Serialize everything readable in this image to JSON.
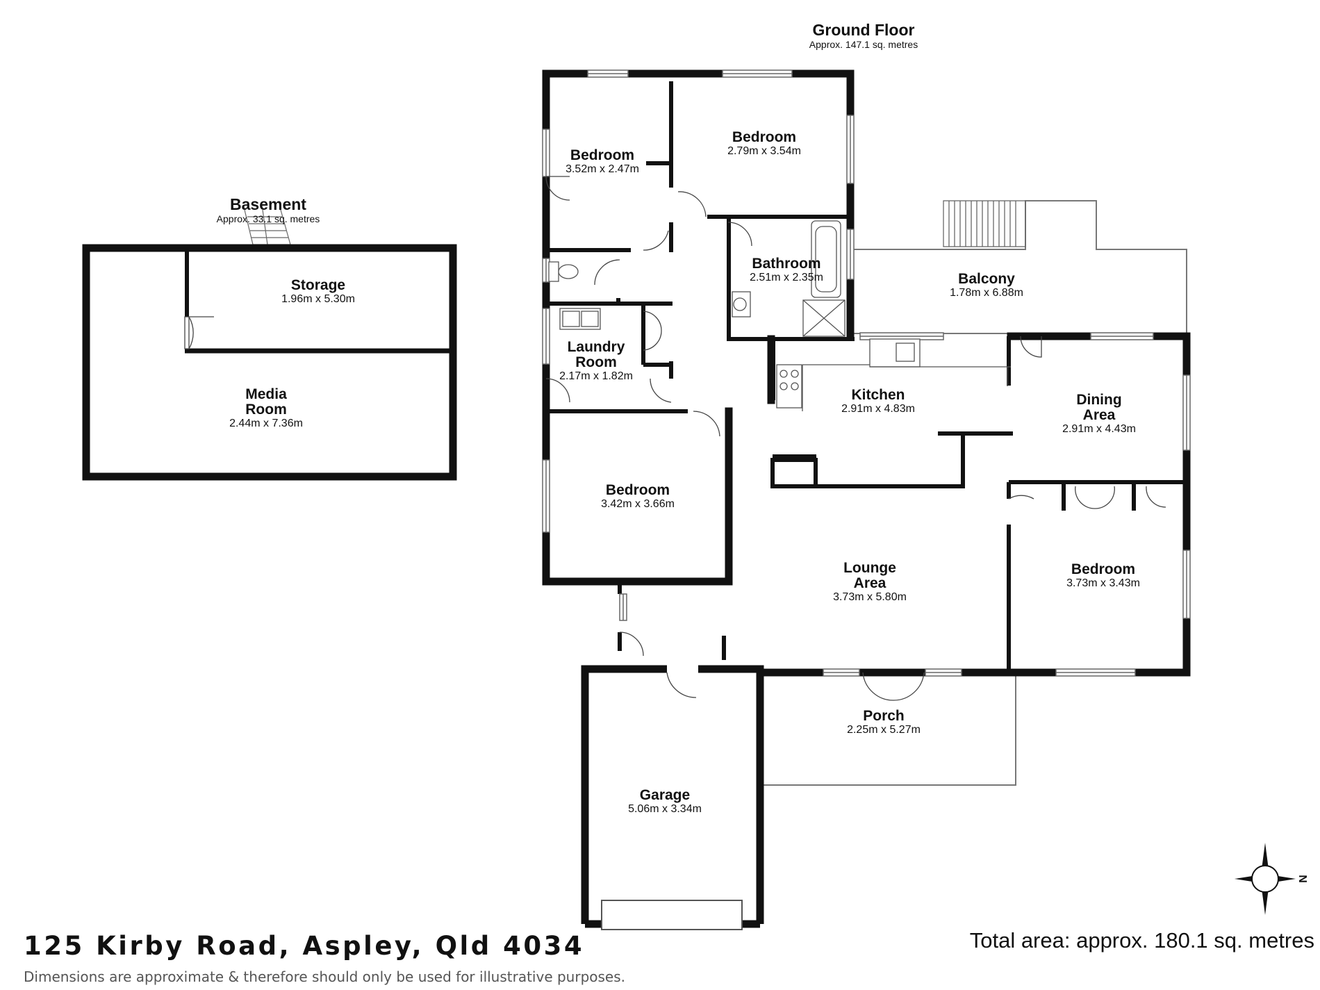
{
  "floors": {
    "ground": {
      "title": "Ground Floor",
      "area": "Approx. 147.1 sq. metres"
    },
    "basement": {
      "title": "Basement",
      "area": "Approx. 33.1 sq. metres"
    }
  },
  "rooms": {
    "bedroom_nw": {
      "name": "Bedroom",
      "dims": "3.52m x 2.47m"
    },
    "bedroom_n": {
      "name": "Bedroom",
      "dims": "2.79m x 3.54m"
    },
    "bathroom": {
      "name": "Bathroom",
      "dims": "2.51m x 2.35m"
    },
    "balcony": {
      "name": "Balcony",
      "dims": "1.78m x 6.88m"
    },
    "laundry": {
      "name1": "Laundry",
      "name2": "Room",
      "dims": "2.17m x 1.82m"
    },
    "kitchen": {
      "name": "Kitchen",
      "dims": "2.91m x 4.83m"
    },
    "dining": {
      "name1": "Dining",
      "name2": "Area",
      "dims": "2.91m x 4.43m"
    },
    "bedroom_w": {
      "name": "Bedroom",
      "dims": "3.42m x 3.66m"
    },
    "lounge": {
      "name1": "Lounge",
      "name2": "Area",
      "dims": "3.73m x 5.80m"
    },
    "bedroom_e": {
      "name": "Bedroom",
      "dims": "3.73m x 3.43m"
    },
    "porch": {
      "name": "Porch",
      "dims": "2.25m x 5.27m"
    },
    "garage": {
      "name": "Garage",
      "dims": "5.06m x 3.34m"
    },
    "storage": {
      "name": "Storage",
      "dims": "1.96m x 5.30m"
    },
    "media": {
      "name1": "Media",
      "name2": "Room",
      "dims": "2.44m x 7.36m"
    }
  },
  "compass": {
    "label": "N"
  },
  "footer": {
    "address": "125 Kirby Road, Aspley, Qld 4034",
    "disclaimer": "Dimensions are approximate & therefore should only be used for illustrative purposes.",
    "total_area": "Total area: approx. 180.1 sq. metres"
  },
  "colors": {
    "wall": "#111111",
    "fixture": "#555555",
    "window": "#777777"
  }
}
